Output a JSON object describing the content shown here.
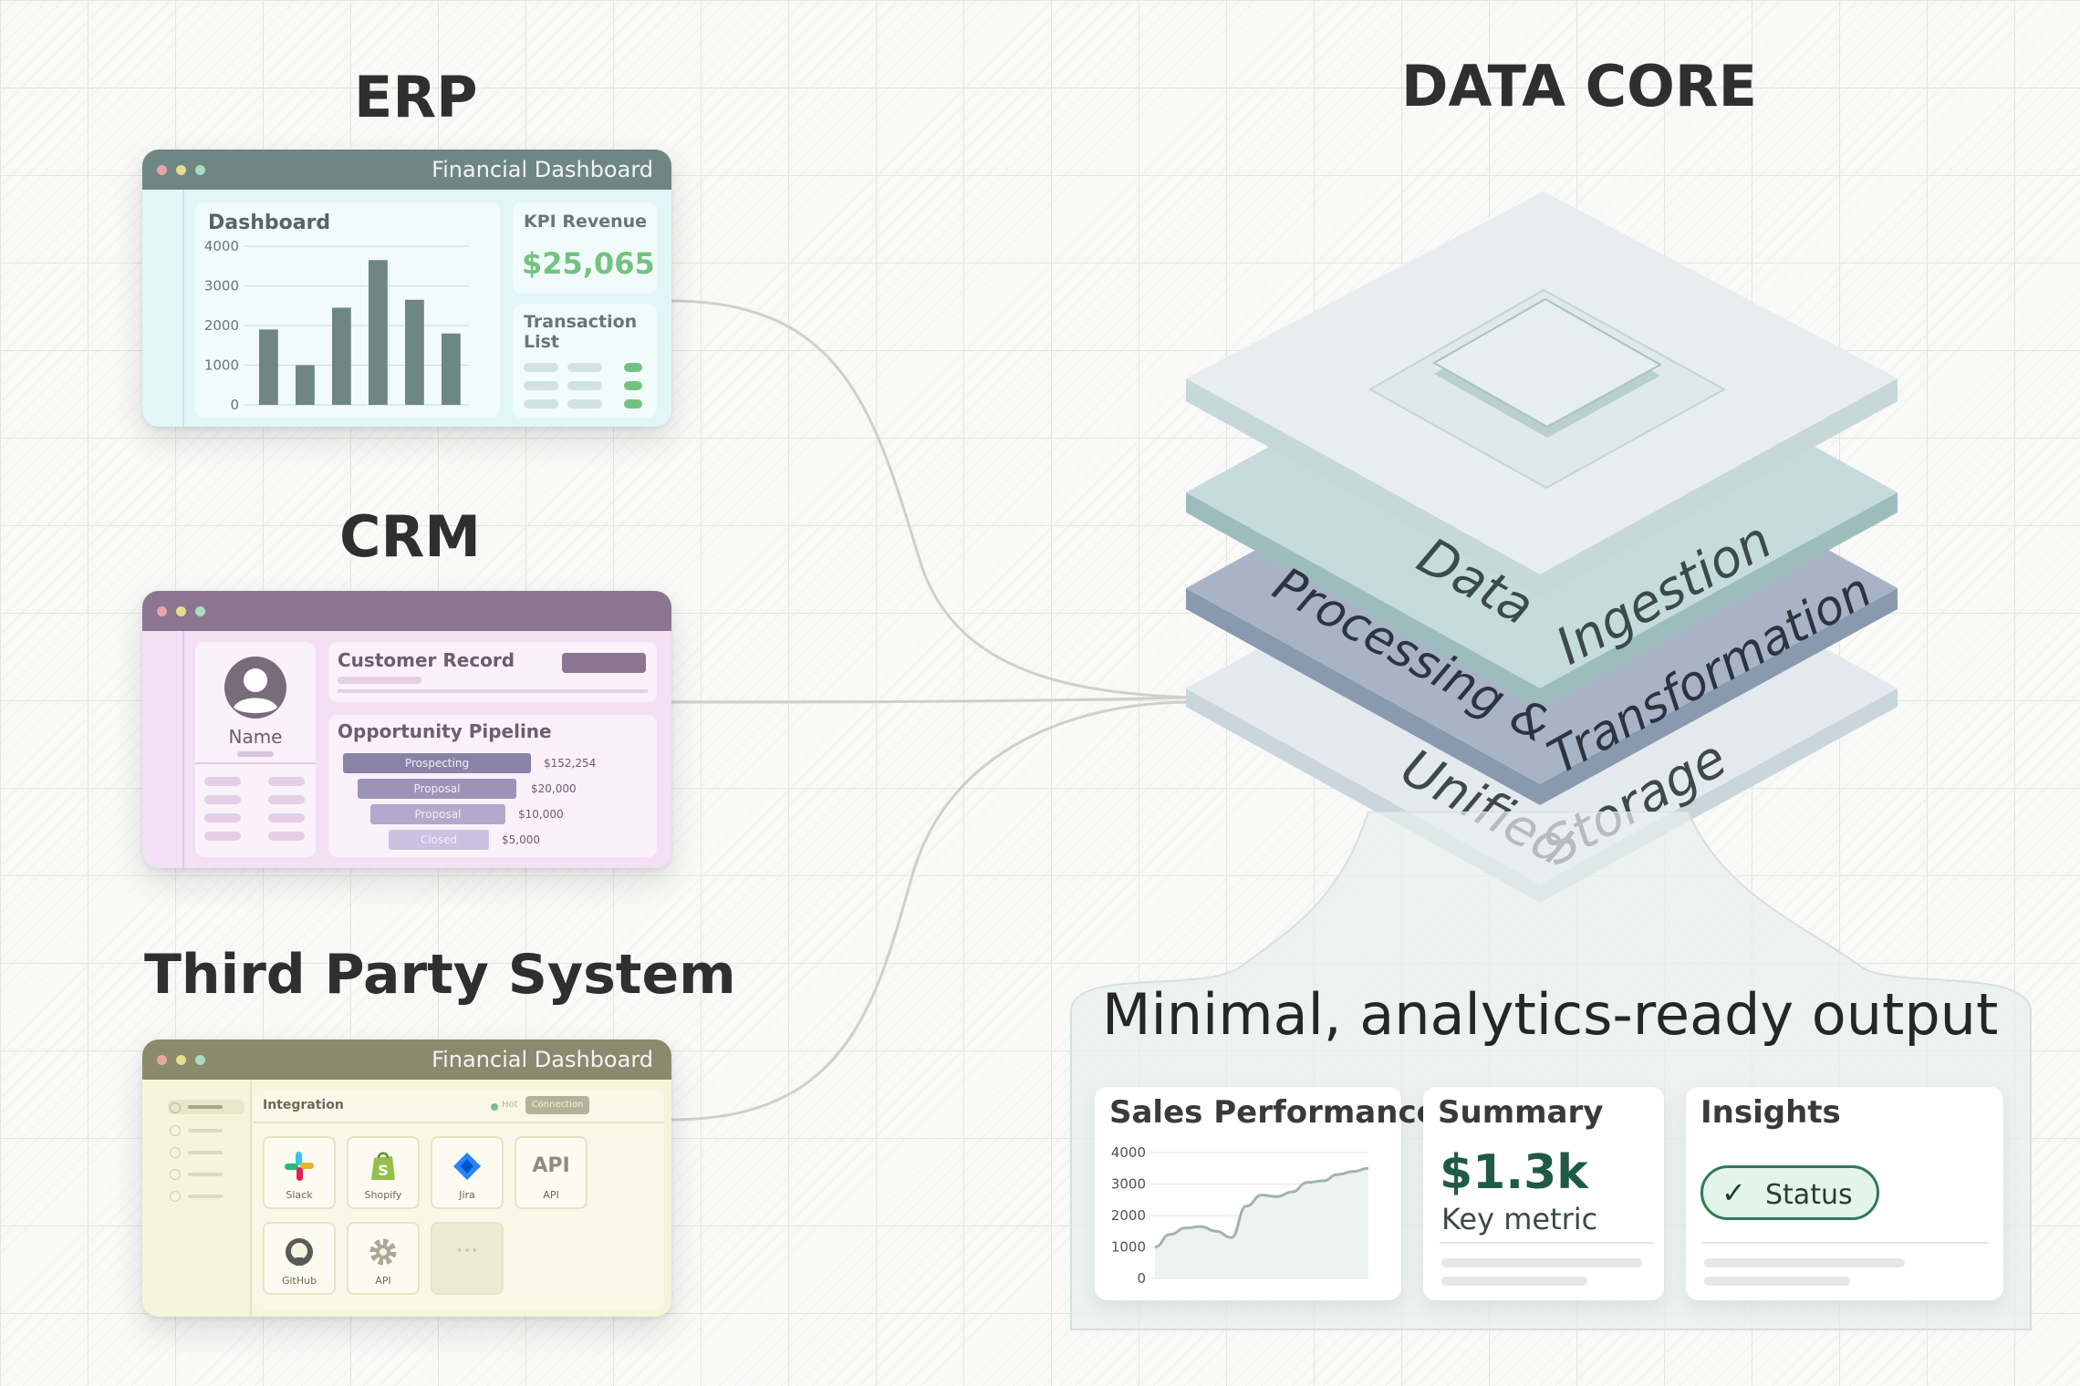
{
  "headings": {
    "erp": "ERP",
    "crm": "CRM",
    "third_party": "Third Party System",
    "data_core": "DATA CORE",
    "output": "Minimal, analytics-ready output"
  },
  "erp": {
    "window_title": "Financial Dashboard",
    "dashboard_title": "Dashboard",
    "kpi_label": "KPI Revenue",
    "kpi_value": "$25,065",
    "transaction_label": "Transaction List",
    "colors": {
      "titlebar": "#6f8784",
      "body": "#e2f6f8",
      "kpi": "#74c280"
    }
  },
  "crm": {
    "customer_record": "Customer Record",
    "name_label": "Name",
    "pipeline_title": "Opportunity Pipeline",
    "pipeline": [
      {
        "stage": "Prospecting",
        "amount": "$152,254"
      },
      {
        "stage": "Proposal",
        "amount": "$20,000"
      },
      {
        "stage": "Proposal",
        "amount": "$10,000"
      },
      {
        "stage": "Closed",
        "amount": "$5,000"
      }
    ],
    "colors": {
      "titlebar": "#8c7591",
      "body": "#f3e0f5"
    }
  },
  "third_party": {
    "window_title": "Financial Dashboard",
    "integration_title": "Integration",
    "hot_label": "Hot",
    "connection_label": "Connection",
    "apps": [
      {
        "name": "Slack",
        "icon": "slack-icon"
      },
      {
        "name": "Shopify",
        "icon": "shopify-icon"
      },
      {
        "name": "Jira",
        "icon": "jira-icon"
      },
      {
        "name": "API",
        "icon": "api-text-icon",
        "glyph": "API"
      },
      {
        "name": "GitHub",
        "icon": "github-icon"
      },
      {
        "name": "API",
        "icon": "gear-icon"
      },
      {
        "name": "",
        "icon": "more-icon",
        "glyph": "···"
      }
    ],
    "colors": {
      "titlebar": "#8b8a6f",
      "body": "#f6f5dc"
    }
  },
  "data_core": {
    "layers": [
      "Data Ingestion",
      "Processing & Transformation",
      "Unified Storage"
    ]
  },
  "output": {
    "sales_title": "Sales Performance",
    "summary_title": "Summary",
    "summary_value": "$1.3k",
    "summary_caption": "Key metric",
    "insights_title": "Insights",
    "status_label": "Status",
    "colors": {
      "summary_value": "#1f5a47",
      "status_bg": "#e3f5ea",
      "status_border": "#2f7b57"
    }
  },
  "chart_data": [
    {
      "type": "bar",
      "title": "Dashboard",
      "categories": [
        "",
        "",
        "",
        "",
        "",
        ""
      ],
      "values": [
        1900,
        1000,
        2450,
        3650,
        2650,
        1800
      ],
      "yticks": [
        0,
        1000,
        2000,
        3000,
        4000
      ],
      "ylim": [
        0,
        4000
      ],
      "grid": true,
      "color": "#6f8784"
    },
    {
      "type": "line",
      "title": "Sales Performance",
      "x": [
        0,
        1,
        2,
        3,
        4,
        5,
        6,
        7,
        8,
        9,
        10,
        11,
        12,
        13,
        14
      ],
      "y": [
        1000,
        1400,
        1600,
        1650,
        1500,
        1300,
        2300,
        2650,
        2600,
        2750,
        3050,
        3100,
        3300,
        3400,
        3500
      ],
      "yticks": [
        0,
        1000,
        2000,
        3000,
        4000
      ],
      "ylim": [
        0,
        4000
      ],
      "grid": true,
      "color": "#9db5b4"
    }
  ]
}
